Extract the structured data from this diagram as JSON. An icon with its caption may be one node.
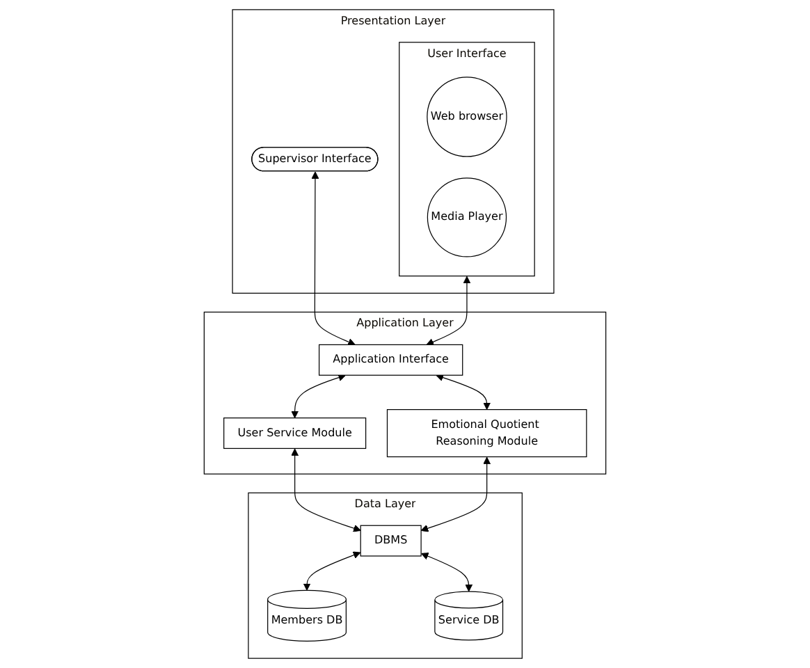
{
  "diagram": {
    "nodes": [
      {
        "text": [
          "Presentation Layer"
        ]
      },
      {
        "text": [
          "Supervisor Interface"
        ],
        "in": 0
      },
      {
        "text": [
          "User Interface"
        ],
        "in": 0
      },
      {
        "text": [
          "Web browser"
        ],
        "in": 2
      },
      {
        "text": [
          "Media Player"
        ],
        "in": 2
      },
      {
        "text": [
          "Application Layer"
        ]
      },
      {
        "text": [
          "Application Interface"
        ],
        "in": 5
      },
      {
        "text": [
          "User Service Module"
        ],
        "in": 5
      },
      {
        "text": [
          "Emotional Quotient Reasoning Module"
        ],
        "in": 5
      },
      {
        "text": [
          "Data Layer"
        ]
      },
      {
        "text": [
          "DBMS"
        ],
        "in": 9
      },
      {
        "text": [
          "Members DB"
        ],
        "in": 9
      },
      {
        "text": [
          "Service DB"
        ],
        "in": 9
      }
    ],
    "edges": [
      {
        "from": 1,
        "to": 6,
        "arrow": "both"
      },
      {
        "from": 2,
        "to": 6,
        "arrow": "both"
      },
      {
        "from": 6,
        "to": 7,
        "arrow": "both"
      },
      {
        "from": 6,
        "to": 8,
        "arrow": "both"
      },
      {
        "from": 7,
        "to": 10,
        "arrow": "both"
      },
      {
        "from": 8,
        "to": 10,
        "arrow": "both"
      },
      {
        "from": 10,
        "to": 11,
        "arrow": "both"
      },
      {
        "from": 10,
        "to": 12,
        "arrow": "both"
      }
    ]
  }
}
